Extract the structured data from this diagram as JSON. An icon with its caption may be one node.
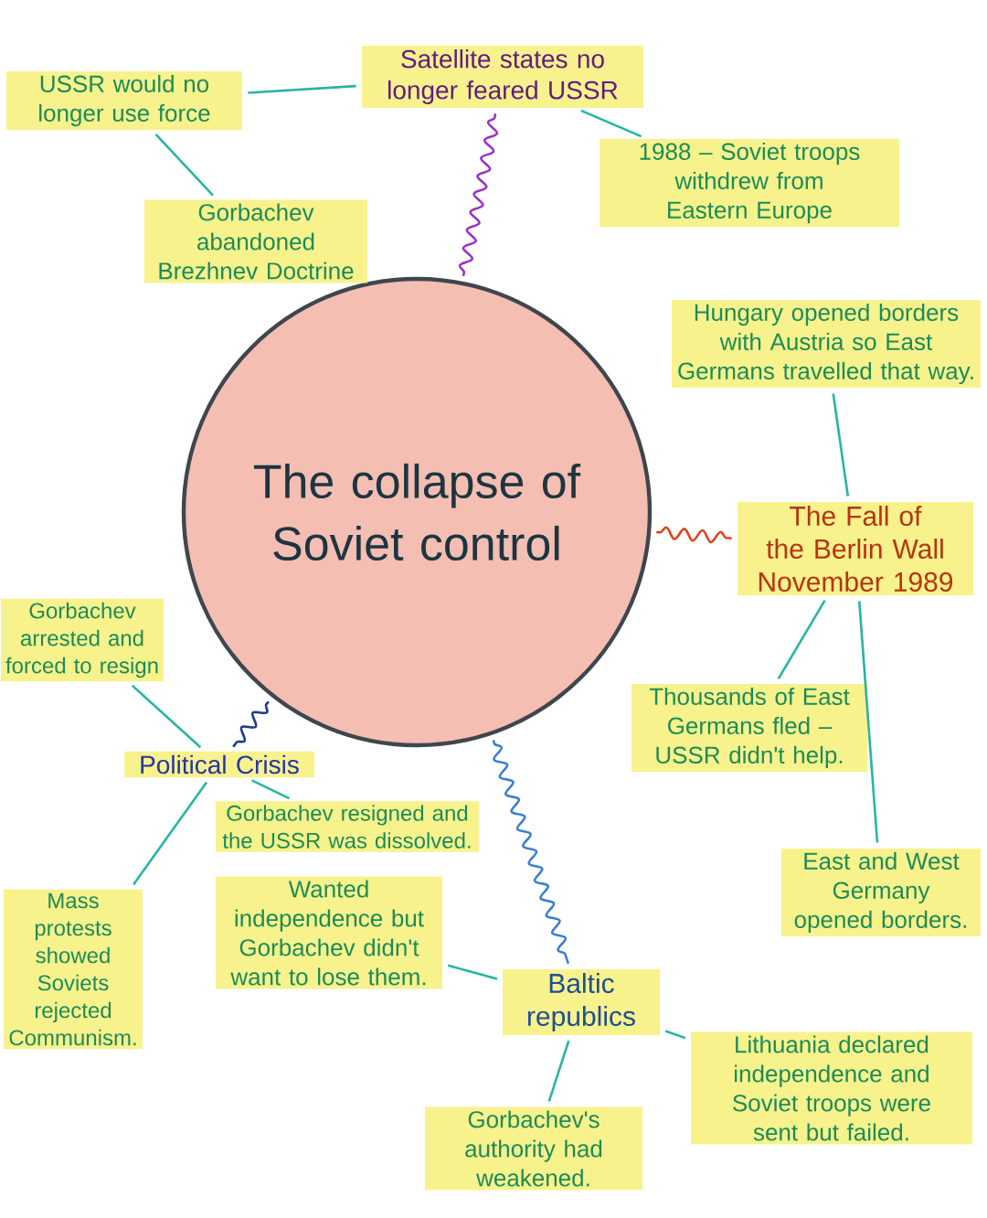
{
  "diagram": {
    "nodes": [
      {
        "text": [
          "The collapse of Soviet control"
        ]
      },
      {
        "text": [
          "Satellite states no longer feared USSR"
        ]
      },
      {
        "text": [
          "USSR would no longer use force"
        ]
      },
      {
        "text": [
          "Gorbachev abandoned Brezhnev Doctrine"
        ]
      },
      {
        "text": [
          "1988 – Soviet troops withdrew from Eastern Europe"
        ]
      },
      {
        "text": [
          "Hungary opened borders with Austria so East Germans travelled that way."
        ]
      },
      {
        "text": [
          "The Fall of the Berlin Wall November 1989"
        ]
      },
      {
        "text": [
          "Thousands of East Germans fled – USSR didn't help."
        ]
      },
      {
        "text": [
          "East and West Germany opened borders."
        ]
      },
      {
        "text": [
          "Gorbachev arrested and forced to resign"
        ]
      },
      {
        "text": [
          "Political Crisis"
        ]
      },
      {
        "text": [
          "Gorbachev resigned and the USSR was dissolved."
        ]
      },
      {
        "text": [
          "Mass protests showed Soviets rejected Communism."
        ]
      },
      {
        "text": [
          "Baltic republics"
        ]
      },
      {
        "text": [
          "Wanted independence but Gorbachev didn't want to lose them."
        ]
      },
      {
        "text": [
          "Lithuania declared independence and Soviet troops were sent but failed."
        ]
      },
      {
        "text": [
          "Gorbachev's authority had weakened."
        ]
      }
    ],
    "edges": [
      {
        "from": 0,
        "to": 1,
        "arrow": "none",
        "color": "#9b30c8"
      },
      {
        "from": 1,
        "to": 2,
        "arrow": "none"
      },
      {
        "from": 2,
        "to": 3,
        "arrow": "none"
      },
      {
        "from": 1,
        "to": 4,
        "arrow": "none"
      },
      {
        "from": 0,
        "to": 6,
        "arrow": "none",
        "color": "#e0401a"
      },
      {
        "from": 6,
        "to": 5,
        "arrow": "none"
      },
      {
        "from": 6,
        "to": 7,
        "arrow": "none"
      },
      {
        "from": 6,
        "to": 8,
        "arrow": "none"
      },
      {
        "from": 0,
        "to": 10,
        "arrow": "none",
        "color": "#1b3a8c"
      },
      {
        "from": 10,
        "to": 9,
        "arrow": "none"
      },
      {
        "from": 10,
        "to": 11,
        "arrow": "none"
      },
      {
        "from": 10,
        "to": 12,
        "arrow": "none"
      },
      {
        "from": 0,
        "to": 13,
        "arrow": "none",
        "color": "#3a7fd0"
      },
      {
        "from": 13,
        "to": 14,
        "arrow": "none"
      },
      {
        "from": 13,
        "to": 15,
        "arrow": "none"
      },
      {
        "from": 13,
        "to": 16,
        "arrow": "none"
      }
    ]
  }
}
